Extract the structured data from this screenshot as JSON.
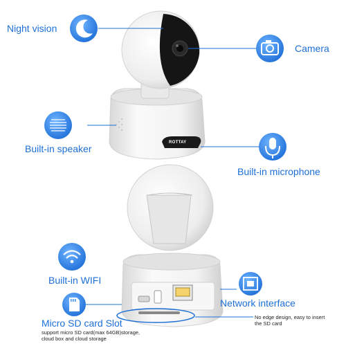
{
  "features": {
    "night_vision": "Night vision",
    "camera": "Camera",
    "speaker": "Built-in speaker",
    "microphone": "Built-in microphone",
    "wifi": "Built-in WIFI",
    "network": "Network interface",
    "sd_slot": "Micro SD card Slot",
    "sd_note_1": "support micro SD card(max 64GB)storage,",
    "sd_note_2": "cloud box and cloud storage",
    "edge_note_1": "No edge design, easy to insert",
    "edge_note_2": "the SD card"
  },
  "product": {
    "brand": "ROTTAY"
  },
  "icons": [
    "moon-icon",
    "camera-icon",
    "speaker-icon",
    "microphone-icon",
    "wifi-icon",
    "network-port-icon",
    "sd-card-icon"
  ],
  "colors": {
    "accent": "#1d6fd6",
    "icon_fill": "#3a8ef0",
    "device": "#f1f1f1"
  }
}
